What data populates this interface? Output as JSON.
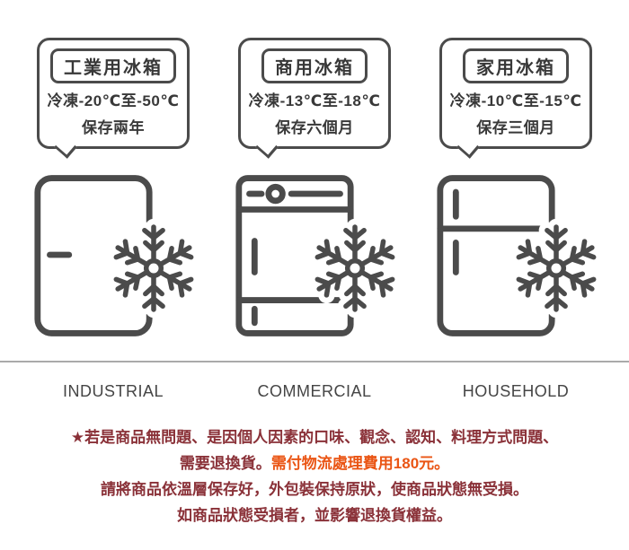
{
  "cards": [
    {
      "title": "工業用冰箱",
      "temp": "冷凍-20℃至-50℃",
      "storage": "保存兩年",
      "label": "INDUSTRIAL",
      "icon": "single-door-industrial-freezer-icon"
    },
    {
      "title": "商用冰箱",
      "temp": "冷凍-13℃至-18℃",
      "storage": "保存六個月",
      "label": "COMMERCIAL",
      "icon": "commercial-upright-freezer-icon"
    },
    {
      "title": "家用冰箱",
      "temp": "冷凍-10℃至-15℃",
      "storage": "保存三個月",
      "label": "HOUSEHOLD",
      "icon": "double-door-household-fridge-icon"
    }
  ],
  "icons": {
    "snowflake": "snowflake-icon"
  },
  "notice": {
    "line1": "★若是商品無問題、是因個人因素的口味、觀念、認知、料理方式問題、",
    "line2_plain": "需要退換貨。",
    "line2_highlight": "需付物流處理費用180元。",
    "line3": "請將商品依溫層保存好，外包裝保持原狀，使商品狀態無受損。",
    "line4": "如商品狀態受損者，並影響退換貨權益。"
  },
  "colors": {
    "maroon": "#8a3138",
    "orange_red": "#ea5514",
    "icon_gray": "#4b4b4b",
    "divider_gray": "#aaaaaa"
  }
}
